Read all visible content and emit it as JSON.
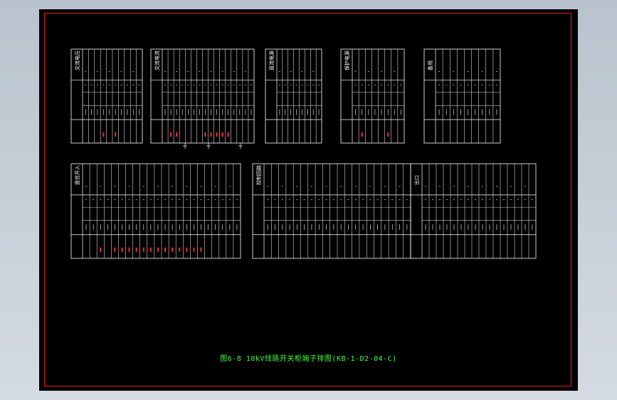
{
  "drawing": {
    "caption": "图6-8 10kV线路开关柜端子排图(KB-1-D2-04-C)",
    "background_color": "#000000",
    "frame_color": "#e02020",
    "line_color": "#ffffff",
    "caption_color": "#3cff3c"
  },
  "panels": {
    "top_1": {
      "heading": "交流电压"
    },
    "top_2": {
      "heading": "交流电流"
    },
    "top_3": {
      "heading": "直流电源"
    },
    "top_4": {
      "heading": "保护电源"
    },
    "top_5": {
      "heading": "备用"
    },
    "bottom_1": {
      "heading": "遥信开入"
    },
    "bottom_2": {
      "heading": "控制回路"
    },
    "bottom_3": {
      "heading": "出口"
    }
  }
}
